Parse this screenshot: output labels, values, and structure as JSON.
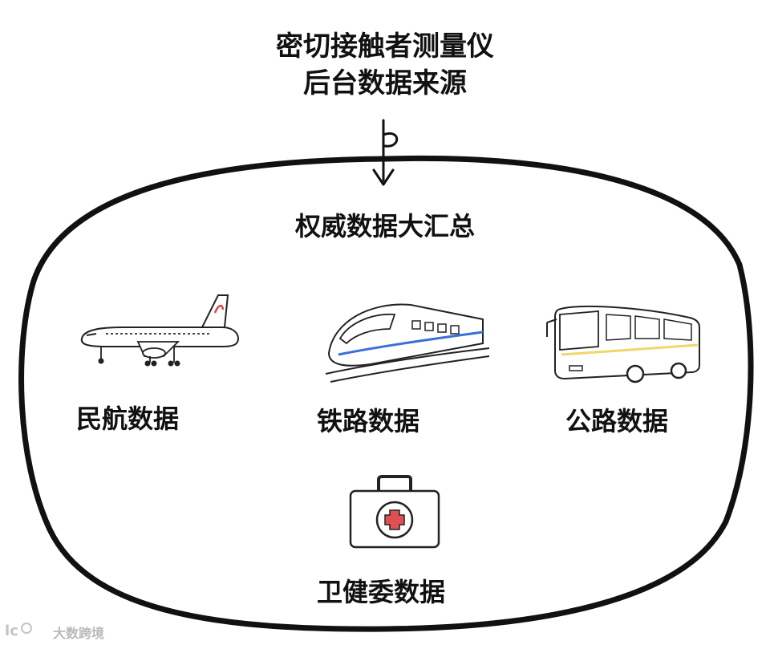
{
  "title": {
    "line1": "密切接触者测量仪",
    "line2": "后台数据来源"
  },
  "hub": {
    "label": "权威数据大汇总"
  },
  "sources": [
    {
      "label": "民航数据",
      "icon": "airplane-icon"
    },
    {
      "label": "铁路数据",
      "icon": "high-speed-train-icon"
    },
    {
      "label": "公路数据",
      "icon": "bus-icon"
    },
    {
      "label": "卫健委数据",
      "icon": "first-aid-kit-icon"
    }
  ],
  "watermark": {
    "text": "大数跨境"
  },
  "colors": {
    "ink": "#111111",
    "train_stripe": "#3b6fd8",
    "bus_stripe": "#f0d66b",
    "cross_red": "#e05050",
    "jet_tail_red": "#d64545",
    "watermark": "#b9b9b9"
  }
}
